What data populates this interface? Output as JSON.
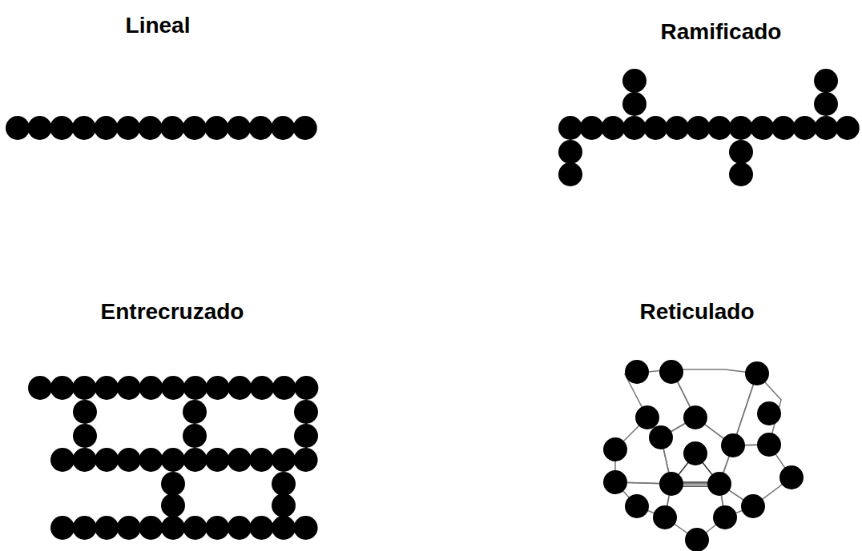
{
  "diagram": {
    "labels": [
      "Lineal",
      "Ramificado",
      "Entrecruzado",
      "Reticulado"
    ]
  }
}
